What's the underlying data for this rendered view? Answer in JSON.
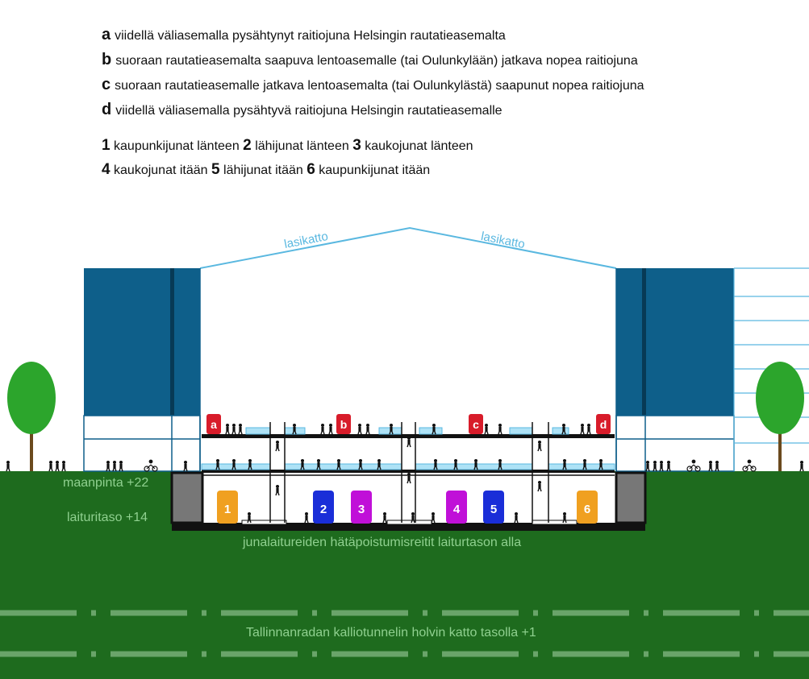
{
  "legend": {
    "letters": [
      {
        "key": "a",
        "text": "viidellä väliasemalla pysähtynyt raitiojuna Helsingin rautatieasemalta"
      },
      {
        "key": "b",
        "text": "suoraan rautatieasemalta saapuva lentoasemalle (tai Oulunkylään) jatkava nopea raitiojuna"
      },
      {
        "key": "c",
        "text": "suoraan rautatieasemalle jatkava lentoasemalta (tai Oulunkylästä) saapunut nopea raitiojuna"
      },
      {
        "key": "d",
        "text": "viidellä väliasemalla pysähtyvä raitiojuna Helsingin rautatieasemalle"
      }
    ],
    "numbers_row1": [
      {
        "key": "1",
        "text": "kaupunkijunat länteen"
      },
      {
        "key": "2",
        "text": "lähijunat länteen"
      },
      {
        "key": "3",
        "text": "kaukojunat länteen"
      }
    ],
    "numbers_row2": [
      {
        "key": "4",
        "text": "kaukojunat itään"
      },
      {
        "key": "5",
        "text": "lähijunat itään"
      },
      {
        "key": "6",
        "text": "kaupunkijunat itään"
      }
    ]
  },
  "roof": {
    "left_label": "lasikatto",
    "right_label": "lasikatto"
  },
  "levels": {
    "ground": "maanpinta +22",
    "platform": "laituritaso +14",
    "escape": "junalaitureiden hätäpoistumisreitit laiturtason alla",
    "tunnel": "Tallinnanradan kalliotunnelin holvin katto tasolla +1"
  },
  "trams": [
    "a",
    "b",
    "c",
    "d"
  ],
  "trains": [
    {
      "key": "1",
      "color": "#f0a020"
    },
    {
      "key": "2",
      "color": "#1a2ed8"
    },
    {
      "key": "3",
      "color": "#c010d8"
    },
    {
      "key": "4",
      "color": "#c010d8"
    },
    {
      "key": "5",
      "color": "#1a2ed8"
    },
    {
      "key": "6",
      "color": "#f0a020"
    }
  ],
  "colors": {
    "ground": "#1e6b1e",
    "building": "#0e5f8a",
    "tram": "#d81c2a",
    "glass": "#5ab8e0",
    "tree": "#2ca52c"
  }
}
